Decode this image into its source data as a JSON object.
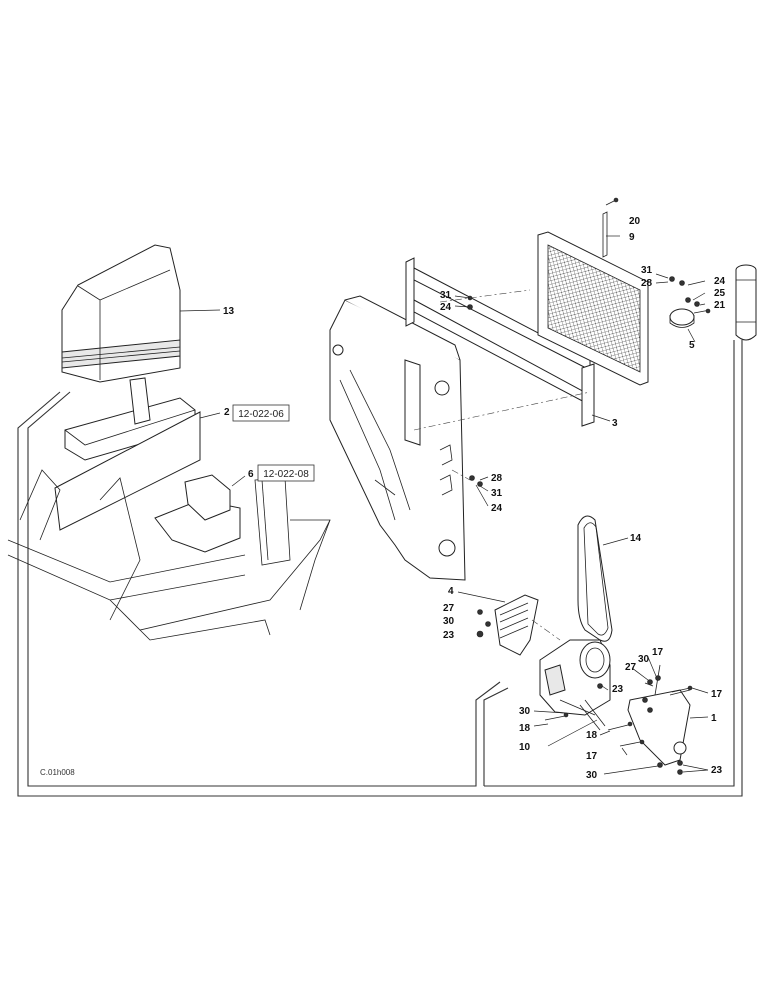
{
  "drawing_code": "C.01h008",
  "references": [
    {
      "id": "ref-2",
      "text": "12-022-06"
    },
    {
      "id": "ref-6",
      "text": "12-022-08"
    }
  ],
  "callouts": [
    "13",
    "2",
    "6",
    "20",
    "9",
    "31",
    "24",
    "28",
    "25",
    "21",
    "5",
    "31",
    "24",
    "3",
    "28",
    "31",
    "24",
    "14",
    "4",
    "27",
    "30",
    "23",
    "17",
    "1",
    "27",
    "30",
    "17",
    "23",
    "30",
    "18",
    "18",
    "10",
    "17",
    "30",
    "23"
  ]
}
